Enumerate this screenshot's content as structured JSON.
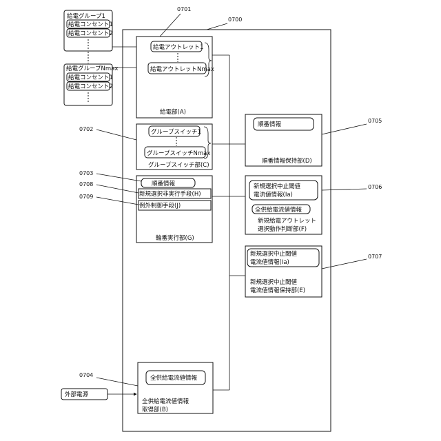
{
  "refs": {
    "r0701": "0701",
    "r0700": "0700",
    "r0702": "0702",
    "r0703": "0703",
    "r0708": "0708",
    "r0709": "0709",
    "r0704": "0704",
    "r0705": "0705",
    "r0706": "0706",
    "r0707": "0707"
  },
  "groups": {
    "group1": {
      "title": "給電グループ1",
      "items": [
        "給電コンセント1",
        "給電コンセント2"
      ]
    },
    "groupN": {
      "title": "給電グループNmax",
      "items": [
        "給電コンセント1",
        "給電コンセント2"
      ]
    }
  },
  "power_unit": {
    "outlet1": "給電アウトレット1",
    "outletN": "給電アウトレットNmax",
    "label": "給電部(A)"
  },
  "switch_unit": {
    "switch1": "グループスイッチ1",
    "switchN": "グループスイッチNmax",
    "label": "グループスイッチ部(C)"
  },
  "rotation_unit": {
    "order_info": "順番情報",
    "new_select": "新規選択非実行手段(H)",
    "exception": "例外制御手段(J)",
    "label": "輪番実行部(G)"
  },
  "acquire_unit": {
    "inner": "全供給電流値情報",
    "label_line1": "全供給電流値情報",
    "label_line2": "取得部(B)"
  },
  "external": "外部電源",
  "order_store": {
    "inner": "順番情報",
    "label": "順番情報保持部(D)"
  },
  "judge_unit": {
    "inner1_line1": "新規選択中止閾値",
    "inner1_line2": "電流値情報(Ia)",
    "inner2": "全供給電流値情報",
    "label_line1": "新規給電アウトレット",
    "label_line2": "選択動作判断部(F)"
  },
  "threshold_store": {
    "inner_line1": "新規選択中止閾値",
    "inner_line2": "電流値情報(Ia)",
    "label_line1": "新規選択中止閾値",
    "label_line2": "電流値情報保持部(E)"
  }
}
